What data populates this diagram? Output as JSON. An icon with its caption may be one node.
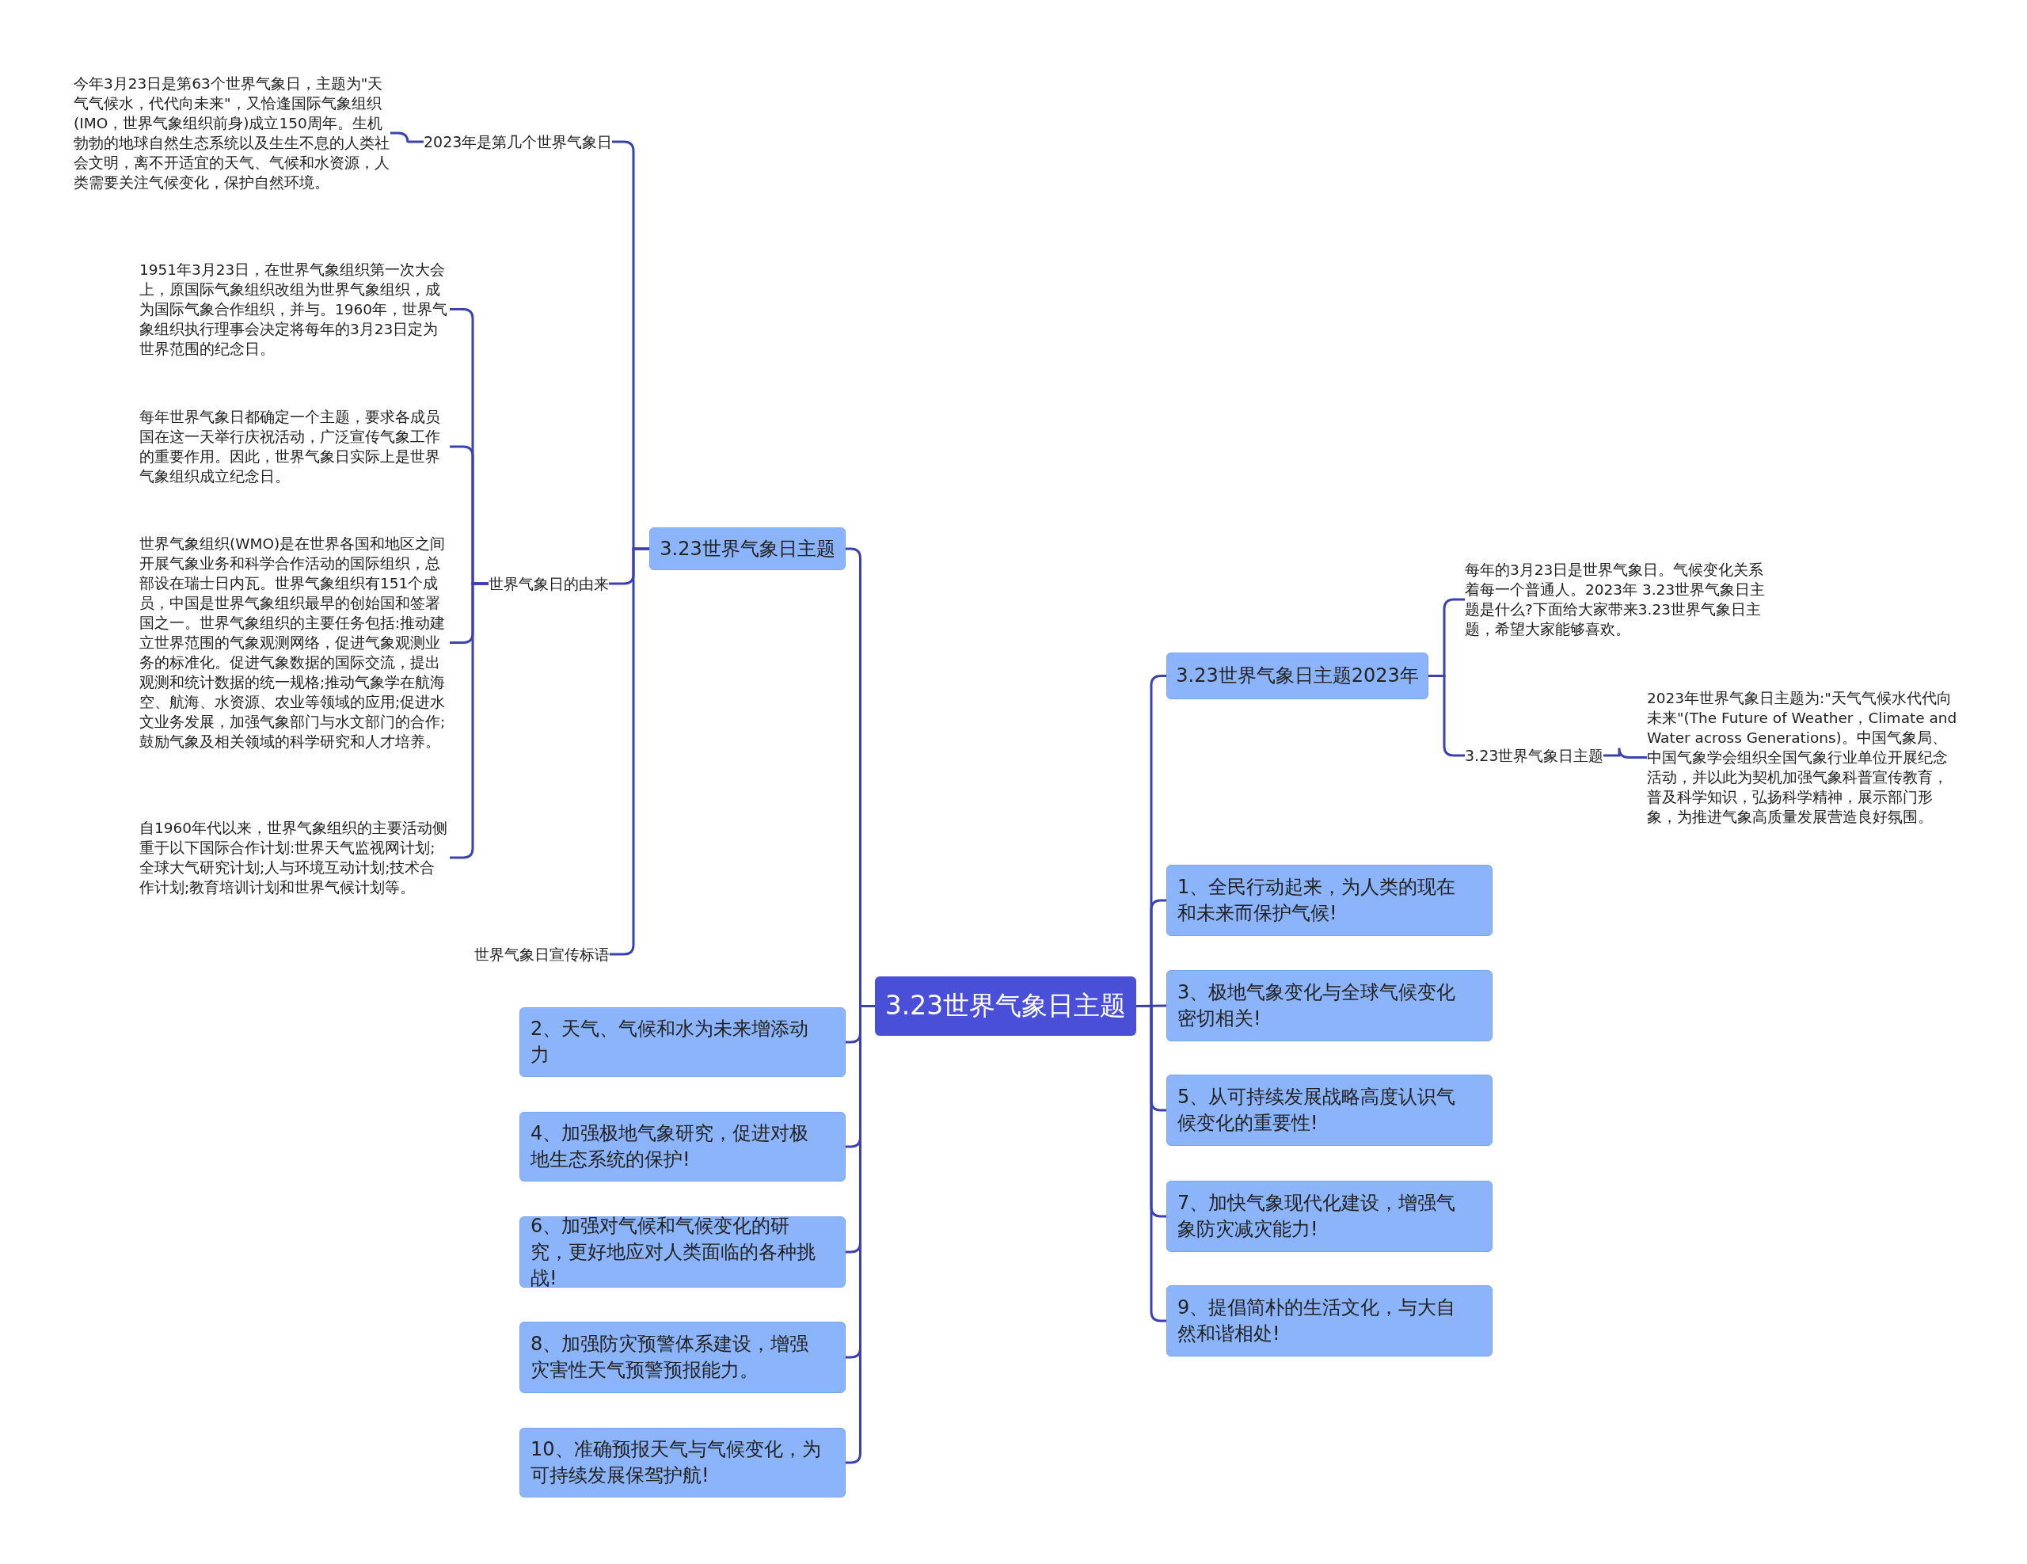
{
  "diagram": {
    "nodes": [
      {
        "text": [
          "3.23世界气象日主题"
        ]
      },
      {
        "text": [
          "3.23世界气象日主题"
        ]
      },
      {
        "text": [
          "2023年是第几个世界气象日"
        ]
      },
      {
        "text": [
          "今年3月23日是第63个世界气象日，主题为\"天气气候水，代代向未来\"，又恰逢国际气象组织(IMO，世界气象组织前身)成立150周年。生机勃勃的地球自然生态系统以及生生不息的人类社会文明，离不开适宜的天气、气候和水资源，人类需要关注气候变化，保护自然环境。"
        ]
      },
      {
        "text": [
          "世界气象日的由来"
        ]
      },
      {
        "text": [
          "1951年3月23日，在世界气象组织第一次大会上，原国际气象组织改组为世界气象组织，成为国际气象合作组织，并与。1960年，世界气象组织执行理事会决定将每年的3月23日定为世界范围的纪念日。"
        ]
      },
      {
        "text": [
          "每年世界气象日都确定一个主题，要求各成员国在这一天举行庆祝活动，广泛宣传气象工作的重要作用。因此，世界气象日实际上是世界气象组织成立纪念日。"
        ]
      },
      {
        "text": [
          "世界气象组织(WMO)是在世界各国和地区之间开展气象业务和科学合作活动的国际组织，总部设在瑞士日内瓦。世界气象组织有151个成员，中国是世界气象组织最早的创始国和签署国之一。世界气象组织的主要任务包括:推动建立世界范围的气象观测网络，促进气象观测业务的标准化。促进气象数据的国际交流，提出观测和统计数据的统一规格;推动气象学在航海空、航海、水资源、农业等领域的应用;促进水文业务发展，加强气象部门与水文部门的合作;鼓励气象及相关领域的科学研究和人才培养。"
        ]
      },
      {
        "text": [
          "自1960年代以来，世界气象组织的主要活动侧重于以下国际合作计划:世界天气监视网计划;全球大气研究计划;人与环境互动计划;技术合作计划;教育培训计划和世界气候计划等。"
        ]
      },
      {
        "text": [
          "世界气象日宣传标语"
        ]
      },
      {
        "text": [
          "2、天气、气候和水为未来增添动力"
        ]
      },
      {
        "text": [
          "4、加强极地气象研究，促进对极地生态系统的保护!"
        ]
      },
      {
        "text": [
          "6、加强对气候和气候变化的研究，更好地应对人类面临的各种挑战!"
        ]
      },
      {
        "text": [
          "8、加强防灾预警体系建设，增强灾害性天气预警预报能力。"
        ]
      },
      {
        "text": [
          "10、准确预报天气与气候变化，为可持续发展保驾护航!"
        ]
      },
      {
        "text": [
          "3.23世界气象日主题2023年"
        ]
      },
      {
        "text": [
          "每年的3月23日是世界气象日。气候变化关系着每一个普通人。2023年 3.23世界气象日主题是什么?下面给大家带来3.23世界气象日主题，希望大家能够喜欢。"
        ]
      },
      {
        "text": [
          "3.23世界气象日主题"
        ]
      },
      {
        "text": [
          "2023年世界气象日主题为:\"天气气候水代代向未来\"(The Future of Weather，Climate and Water across Generations)。中国气象局、中国气象学会组织全国气象行业单位开展纪念活动，并以此为契机加强气象科普宣传教育，普及科学知识，弘扬科学精神，展示部门形象，为推进气象高质量发展营造良好氛围。"
        ]
      },
      {
        "text": [
          "1、全民行动起来，为人类的现在和未来而保护气候!"
        ]
      },
      {
        "text": [
          "3、极地气象变化与全球气候变化密切相关!"
        ]
      },
      {
        "text": [
          "5、从可持续发展战略高度认识气候变化的重要性!"
        ]
      },
      {
        "text": [
          "7、加快气象现代化建设，增强气象防灾减灾能力!"
        ]
      },
      {
        "text": [
          "9、提倡简朴的生活文化，与大自然和谐相处!"
        ]
      }
    ],
    "edges": [
      {
        "from": 0,
        "to": 1,
        "arrow": "none"
      },
      {
        "from": 1,
        "to": 2,
        "arrow": "none"
      },
      {
        "from": 2,
        "to": 3,
        "arrow": "none"
      },
      {
        "from": 1,
        "to": 4,
        "arrow": "none"
      },
      {
        "from": 4,
        "to": 5,
        "arrow": "none"
      },
      {
        "from": 4,
        "to": 6,
        "arrow": "none"
      },
      {
        "from": 4,
        "to": 7,
        "arrow": "none"
      },
      {
        "from": 4,
        "to": 8,
        "arrow": "none"
      },
      {
        "from": 1,
        "to": 9,
        "arrow": "none"
      },
      {
        "from": 0,
        "to": 10,
        "arrow": "none"
      },
      {
        "from": 0,
        "to": 11,
        "arrow": "none"
      },
      {
        "from": 0,
        "to": 12,
        "arrow": "none"
      },
      {
        "from": 0,
        "to": 13,
        "arrow": "none"
      },
      {
        "from": 0,
        "to": 14,
        "arrow": "none"
      },
      {
        "from": 0,
        "to": 15,
        "arrow": "none"
      },
      {
        "from": 15,
        "to": 16,
        "arrow": "none"
      },
      {
        "from": 15,
        "to": 17,
        "arrow": "none"
      },
      {
        "from": 17,
        "to": 18,
        "arrow": "none"
      },
      {
        "from": 0,
        "to": 19,
        "arrow": "none"
      },
      {
        "from": 0,
        "to": 20,
        "arrow": "none"
      },
      {
        "from": 0,
        "to": 21,
        "arrow": "none"
      },
      {
        "from": 0,
        "to": 22,
        "arrow": "none"
      },
      {
        "from": 0,
        "to": 23,
        "arrow": "none"
      }
    ]
  }
}
